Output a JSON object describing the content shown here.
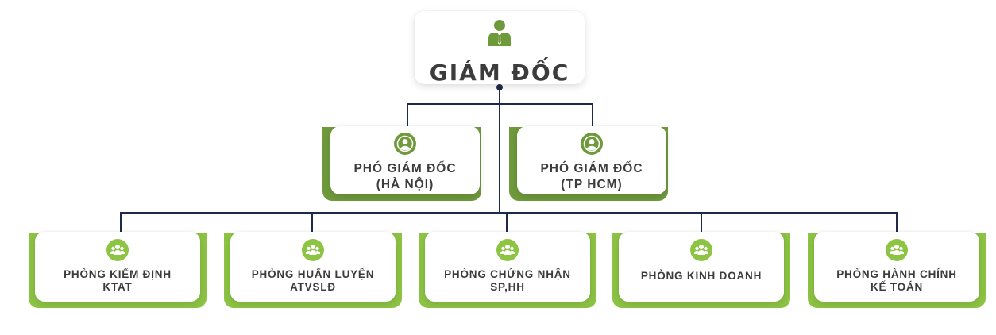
{
  "director": {
    "title": "GIÁM ĐỐC",
    "icon": "manager-icon"
  },
  "deputies": [
    {
      "line1": "PHÓ GIÁM ĐỐC",
      "line2": "(HÀ NỘI)",
      "icon": "user-icon"
    },
    {
      "line1": "PHÓ GIÁM ĐỐC",
      "line2": "(TP HCM)",
      "icon": "user-icon"
    }
  ],
  "departments": [
    {
      "line1": "PHÒNG KIỂM ĐỊNH",
      "line2": "KTAT",
      "icon": "team-icon"
    },
    {
      "line1": "PHÒNG HUẤN LUYỆN",
      "line2": "ATVSLĐ",
      "icon": "team-icon"
    },
    {
      "line1": "PHÒNG CHỨNG NHẬN",
      "line2": "SP,HH",
      "icon": "team-icon"
    },
    {
      "line1": "PHÒNG KINH DOANH",
      "line2": "",
      "icon": "team-icon"
    },
    {
      "line1": "PHÒNG HÀNH CHÍNH",
      "line2": "KẾ TOÁN",
      "icon": "team-icon"
    }
  ],
  "colors": {
    "connector": "#1f2a4a",
    "deputy_accent": "#6f9a3c",
    "department_accent": "#8dc444",
    "director_icon": "#6f9a3c",
    "text": "#3c3c3c"
  }
}
